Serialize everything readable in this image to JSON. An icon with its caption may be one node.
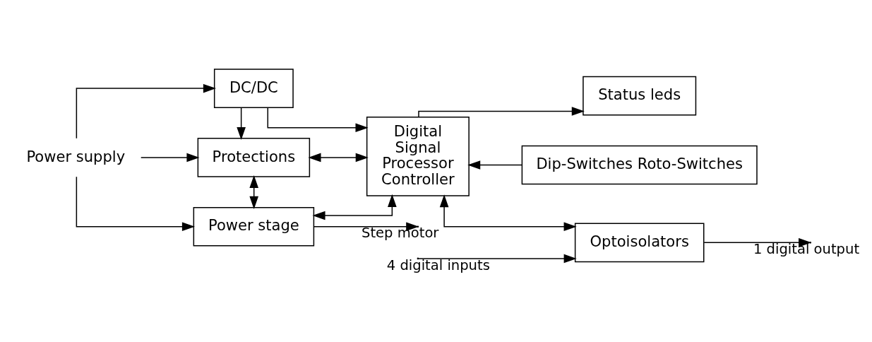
{
  "diagram": {
    "nodes": [
      {
        "text": [
          "Power supply"
        ]
      },
      {
        "text": [
          "DC/DC"
        ]
      },
      {
        "text": [
          "Protections"
        ]
      },
      {
        "text": [
          "Power stage"
        ]
      },
      {
        "text": [
          "Digital Signal Processor Controller"
        ]
      },
      {
        "text": [
          "Optoisolators"
        ]
      },
      {
        "text": [
          "Dip-Switches Roto-Switches"
        ]
      },
      {
        "text": [
          "Status leds"
        ]
      }
    ],
    "edges": [
      {
        "from": 0,
        "to": 1,
        "arrow": "to"
      },
      {
        "from": 0,
        "to": 2,
        "arrow": "to"
      },
      {
        "from": 0,
        "to": 3,
        "arrow": "to"
      },
      {
        "from": 1,
        "to": 4,
        "arrow": "to"
      },
      {
        "from": 1,
        "to": 2,
        "arrow": "to"
      },
      {
        "from": 2,
        "to": 4,
        "arrow": "both"
      },
      {
        "from": 2,
        "to": 3,
        "arrow": "both"
      },
      {
        "from": 3,
        "to": 4,
        "arrow": "both"
      },
      {
        "from": 4,
        "to": 5,
        "arrow": "both"
      },
      {
        "from": 6,
        "to": 4,
        "arrow": "to"
      },
      {
        "from": 4,
        "to": 7,
        "arrow": "to"
      },
      {
        "from": null,
        "to": 5,
        "arrow": "to",
        "label": "4 digital inputs"
      },
      {
        "from": 5,
        "to": null,
        "arrow": "to",
        "label": "1 digital output"
      },
      {
        "from": 3,
        "to": null,
        "arrow": "to",
        "label": "Step motor"
      }
    ]
  }
}
